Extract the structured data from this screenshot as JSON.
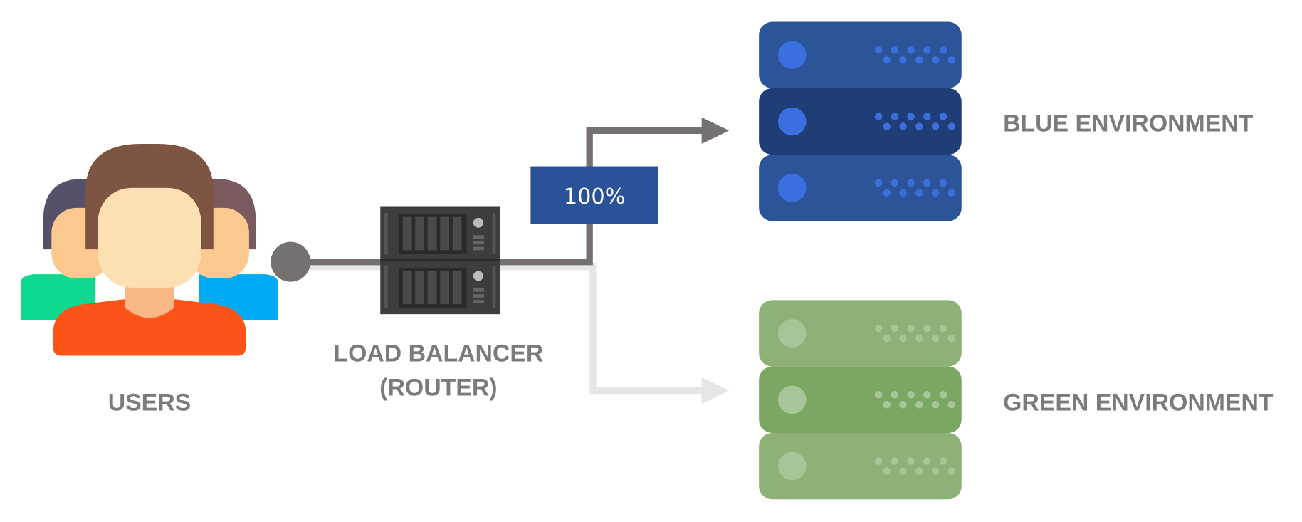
{
  "users": {
    "label": "USERS",
    "icon": "users-group-icon"
  },
  "load_balancer": {
    "line1": "LOAD BALANCER",
    "line2": "(ROUTER)",
    "icon": "server-rack-icon"
  },
  "traffic": {
    "label": "100%",
    "blue_share_percent": 100,
    "green_share_percent": 0
  },
  "environments": {
    "blue": {
      "label": "BLUE ENVIRONMENT",
      "icon": "server-stack-icon",
      "active": true
    },
    "green": {
      "label": "GREEN ENVIRONMENT",
      "icon": "server-stack-icon",
      "active": false
    }
  },
  "colors": {
    "blue_server": "#2b5499",
    "blue_server_dark": "#1f3e78",
    "blue_led": "#3b6fe0",
    "green_server": "#8db176",
    "green_server_dark": "#7aa862",
    "green_led": "#a6c697",
    "active_path": "#767070",
    "inactive_path": "#e6e6e6",
    "label_box": "#2a5298",
    "label_text": "#7b7b7b"
  }
}
